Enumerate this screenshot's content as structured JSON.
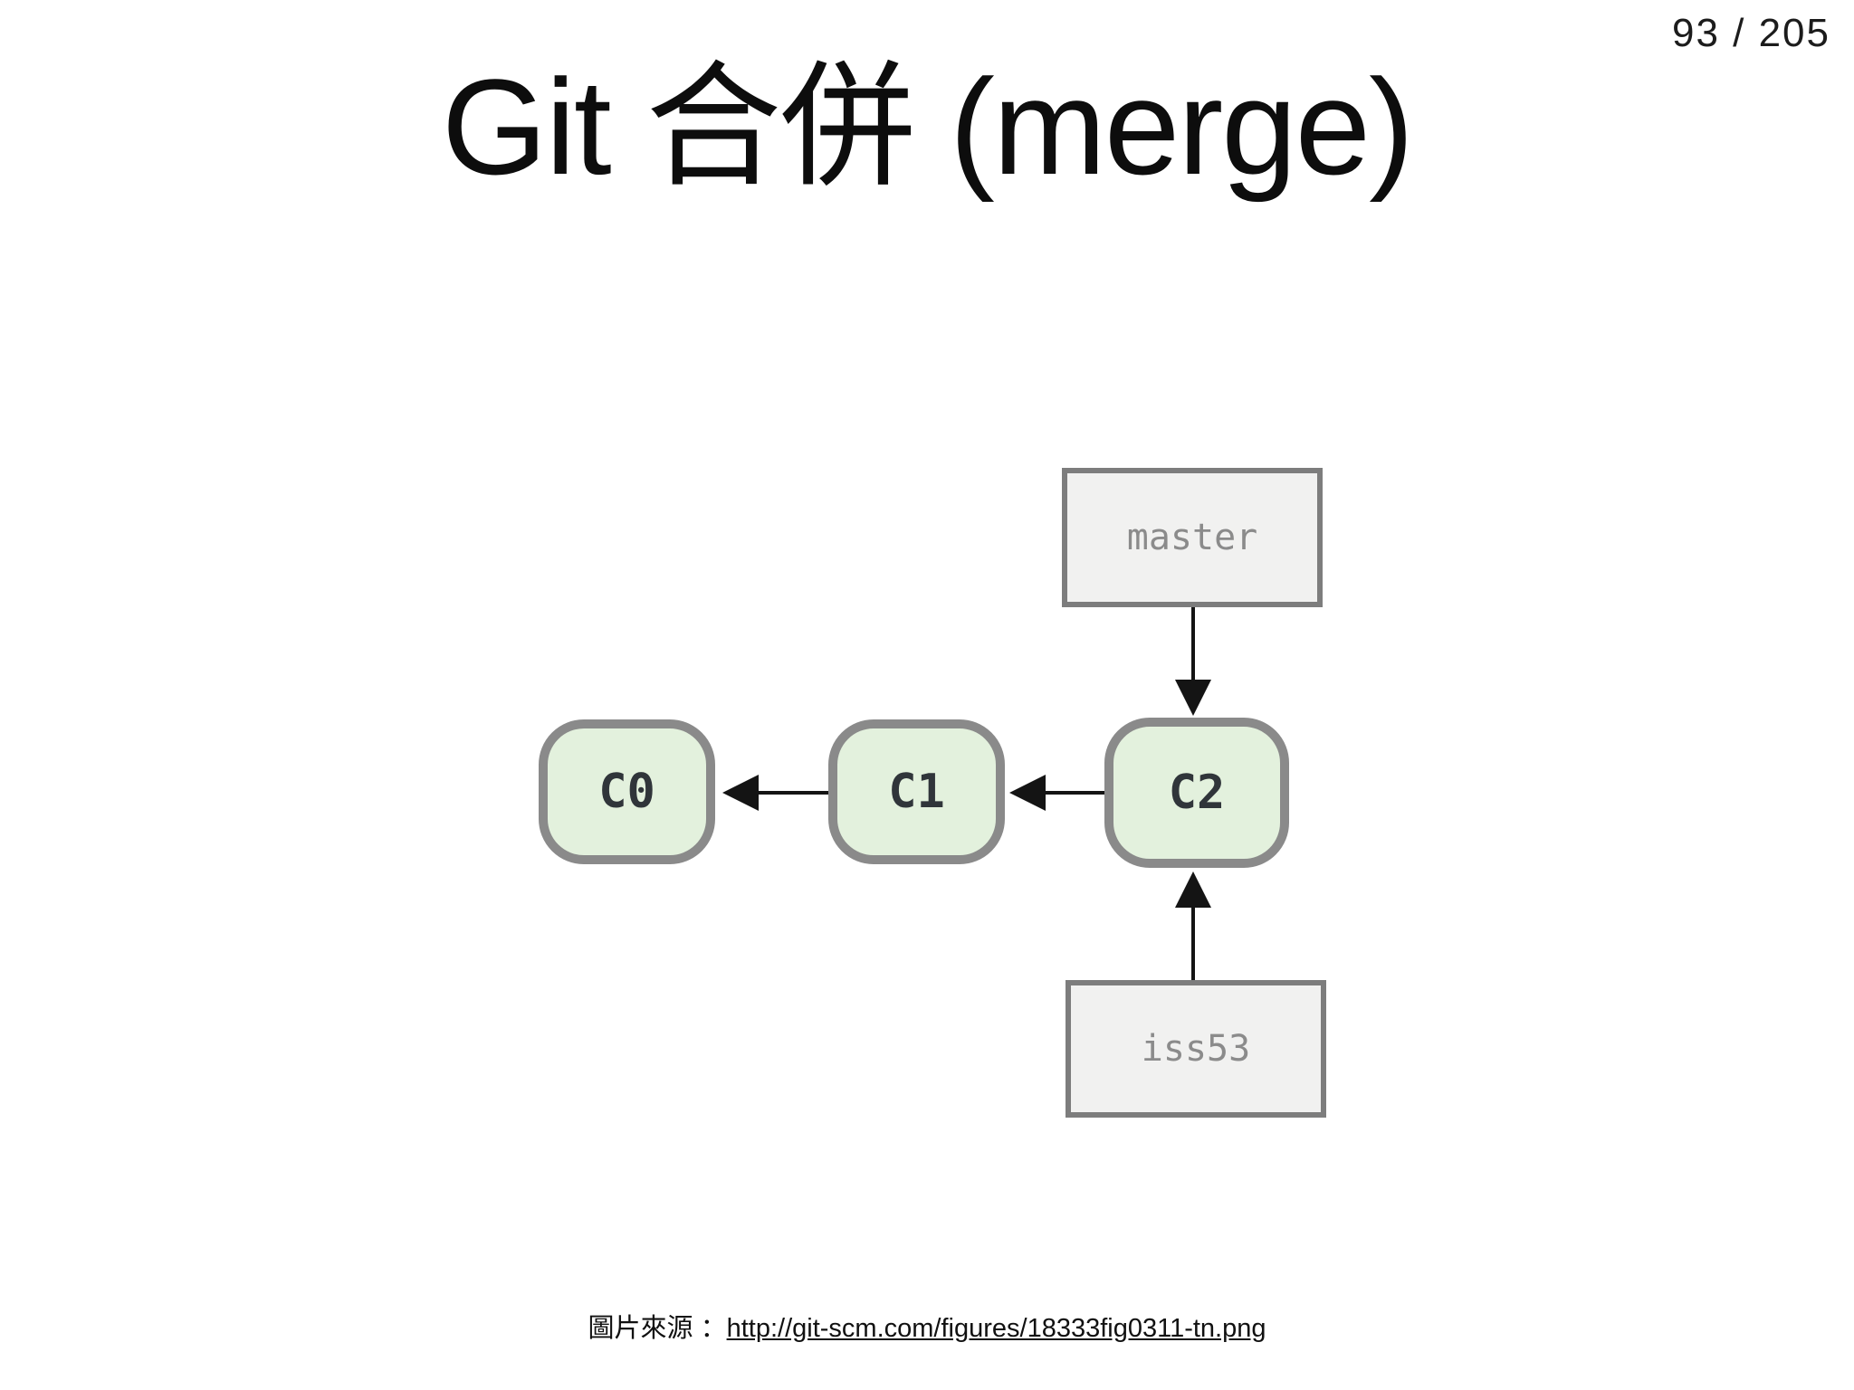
{
  "page": {
    "indicator": "93 / 205",
    "title": "Git 合併 (merge)"
  },
  "diagram": {
    "branches": [
      {
        "id": "master",
        "label": "master",
        "points_to": "C2",
        "position": "above"
      },
      {
        "id": "iss53",
        "label": "iss53",
        "points_to": "C2",
        "position": "below"
      }
    ],
    "commits": [
      {
        "id": "C0",
        "label": "C0"
      },
      {
        "id": "C1",
        "label": "C1"
      },
      {
        "id": "C2",
        "label": "C2"
      }
    ],
    "edges": [
      {
        "from": "C1",
        "to": "C0",
        "direction": "left"
      },
      {
        "from": "C2",
        "to": "C1",
        "direction": "left"
      },
      {
        "from": "master",
        "to": "C2",
        "direction": "down"
      },
      {
        "from": "iss53",
        "to": "C2",
        "direction": "up"
      }
    ],
    "colors": {
      "commit_fill": "#e3f1dd",
      "commit_border": "#8a8a8a",
      "commit_text": "#30353a",
      "branch_fill": "#f1f1f0",
      "branch_border": "#7d7d7d",
      "branch_text": "#8b8b8b",
      "arrow": "#141414"
    }
  },
  "caption": {
    "prefix": "圖片來源 ：",
    "url": "http://git-scm.com/figures/18333fig0311-tn.png"
  }
}
